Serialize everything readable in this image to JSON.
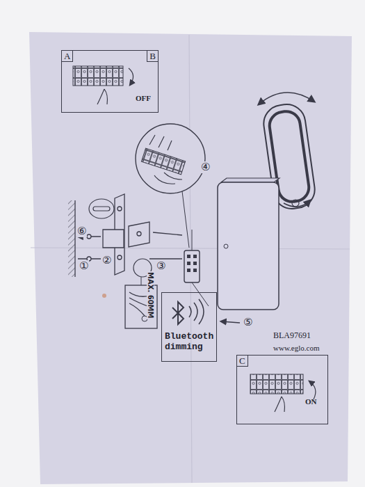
{
  "diagram": {
    "nodes": [
      {
        "text": [
          "A",
          "B",
          "OFF"
        ]
      },
      {
        "text": [
          "Bluetooth dimming"
        ]
      },
      {
        "text": [
          "C",
          "ON"
        ]
      }
    ],
    "labels": [
      "④",
      "⑤",
      "①",
      "②",
      "③",
      "⑥",
      "MAX. 60MM",
      "BLA97691",
      "www.eglo.com"
    ]
  }
}
